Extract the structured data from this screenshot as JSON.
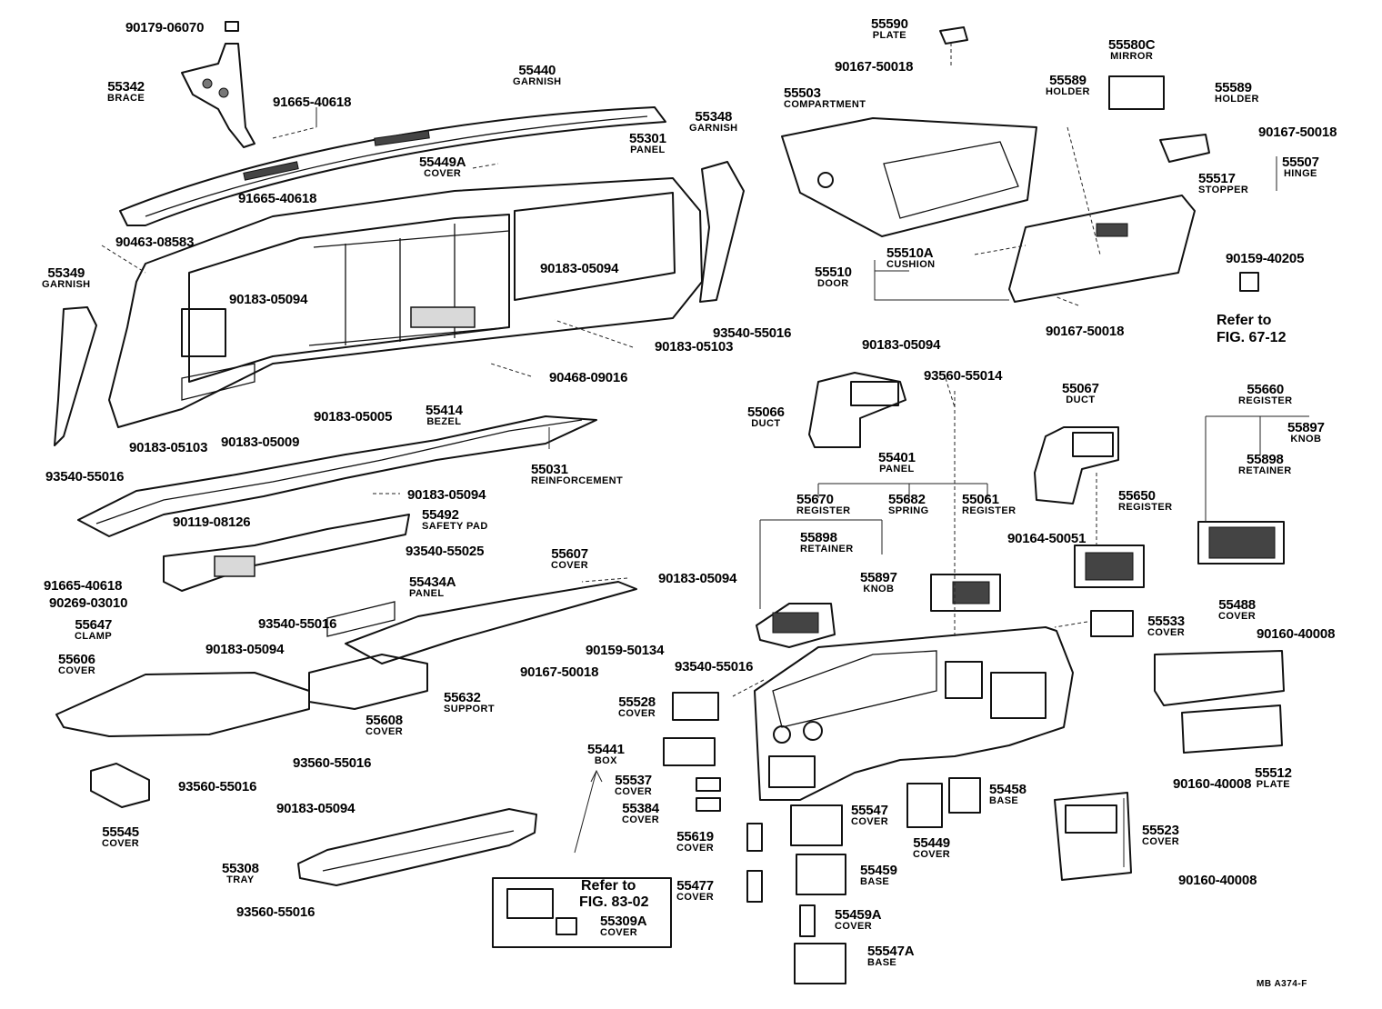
{
  "figure": {
    "code": "MB  A374-F",
    "references": [
      {
        "line1": "Refer to",
        "line2": "FIG. 67-12"
      },
      {
        "line1": "Refer to",
        "line2": "FIG. 83-02"
      }
    ]
  },
  "labels": [
    {
      "pn": "90179-06070",
      "name": ""
    },
    {
      "pn": "55342",
      "name": "BRACE"
    },
    {
      "pn": "91665-40618",
      "name": ""
    },
    {
      "pn": "55440",
      "name": "GARNISH"
    },
    {
      "pn": "55449A",
      "name": "COVER"
    },
    {
      "pn": "91665-40618",
      "name": ""
    },
    {
      "pn": "55301",
      "name": "PANEL"
    },
    {
      "pn": "55348",
      "name": "GARNISH"
    },
    {
      "pn": "90463-08583",
      "name": ""
    },
    {
      "pn": "55349",
      "name": "GARNISH"
    },
    {
      "pn": "90183-05094",
      "name": ""
    },
    {
      "pn": "90183-05094",
      "name": ""
    },
    {
      "pn": "93540-55016",
      "name": ""
    },
    {
      "pn": "90183-05103",
      "name": ""
    },
    {
      "pn": "90468-09016",
      "name": ""
    },
    {
      "pn": "90183-05005",
      "name": ""
    },
    {
      "pn": "55414",
      "name": "BEZEL"
    },
    {
      "pn": "90183-05103",
      "name": ""
    },
    {
      "pn": "90183-05009",
      "name": ""
    },
    {
      "pn": "93540-55016",
      "name": ""
    },
    {
      "pn": "55031",
      "name": "REINFORCEMENT"
    },
    {
      "pn": "90183-05094",
      "name": ""
    },
    {
      "pn": "90119-08126",
      "name": ""
    },
    {
      "pn": "55492",
      "name": "SAFETY PAD"
    },
    {
      "pn": "93540-55025",
      "name": ""
    },
    {
      "pn": "91665-40618",
      "name": ""
    },
    {
      "pn": "90269-03010",
      "name": ""
    },
    {
      "pn": "55434A",
      "name": "PANEL"
    },
    {
      "pn": "55607",
      "name": "COVER"
    },
    {
      "pn": "90183-05094",
      "name": ""
    },
    {
      "pn": "55647",
      "name": "CLAMP"
    },
    {
      "pn": "93540-55016",
      "name": ""
    },
    {
      "pn": "90183-05094",
      "name": ""
    },
    {
      "pn": "90159-50134",
      "name": ""
    },
    {
      "pn": "55606",
      "name": "COVER"
    },
    {
      "pn": "90167-50018",
      "name": ""
    },
    {
      "pn": "55632",
      "name": "SUPPORT"
    },
    {
      "pn": "55608",
      "name": "COVER"
    },
    {
      "pn": "93560-55016",
      "name": ""
    },
    {
      "pn": "93560-55016",
      "name": ""
    },
    {
      "pn": "55545",
      "name": "COVER"
    },
    {
      "pn": "90183-05094",
      "name": ""
    },
    {
      "pn": "55308",
      "name": "TRAY"
    },
    {
      "pn": "93560-55016",
      "name": ""
    },
    {
      "pn": "55590",
      "name": "PLATE"
    },
    {
      "pn": "90167-50018",
      "name": ""
    },
    {
      "pn": "55580C",
      "name": "MIRROR"
    },
    {
      "pn": "55503",
      "name": "COMPARTMENT"
    },
    {
      "pn": "55589",
      "name": "HOLDER"
    },
    {
      "pn": "55589",
      "name": "HOLDER"
    },
    {
      "pn": "90167-50018",
      "name": ""
    },
    {
      "pn": "55507",
      "name": "HINGE"
    },
    {
      "pn": "55517",
      "name": "STOPPER"
    },
    {
      "pn": "55510A",
      "name": "CUSHION"
    },
    {
      "pn": "55510",
      "name": "DOOR"
    },
    {
      "pn": "90159-40205",
      "name": ""
    },
    {
      "pn": "90167-50018",
      "name": ""
    },
    {
      "pn": "93540-55016",
      "name": ""
    },
    {
      "pn": "90183-05094",
      "name": ""
    },
    {
      "pn": "93560-55014",
      "name": ""
    },
    {
      "pn": "55066",
      "name": "DUCT"
    },
    {
      "pn": "55067",
      "name": "DUCT"
    },
    {
      "pn": "55660",
      "name": "REGISTER"
    },
    {
      "pn": "55897",
      "name": "KNOB"
    },
    {
      "pn": "55401",
      "name": "PANEL"
    },
    {
      "pn": "55898",
      "name": "RETAINER"
    },
    {
      "pn": "55670",
      "name": "REGISTER"
    },
    {
      "pn": "55682",
      "name": "SPRING"
    },
    {
      "pn": "55061",
      "name": "REGISTER"
    },
    {
      "pn": "55650",
      "name": "REGISTER"
    },
    {
      "pn": "55898",
      "name": "RETAINER"
    },
    {
      "pn": "90164-50051",
      "name": ""
    },
    {
      "pn": "55897",
      "name": "KNOB"
    },
    {
      "pn": "55533",
      "name": "COVER"
    },
    {
      "pn": "55488",
      "name": "COVER"
    },
    {
      "pn": "90160-40008",
      "name": ""
    },
    {
      "pn": "93540-55016",
      "name": ""
    },
    {
      "pn": "55528",
      "name": "COVER"
    },
    {
      "pn": "55441",
      "name": "BOX"
    },
    {
      "pn": "55537",
      "name": "COVER"
    },
    {
      "pn": "55384",
      "name": "COVER"
    },
    {
      "pn": "55547",
      "name": "COVER"
    },
    {
      "pn": "55458",
      "name": "BASE"
    },
    {
      "pn": "55449",
      "name": "COVER"
    },
    {
      "pn": "90160-40008",
      "name": ""
    },
    {
      "pn": "55512",
      "name": "PLATE"
    },
    {
      "pn": "55523",
      "name": "COVER"
    },
    {
      "pn": "90160-40008",
      "name": ""
    },
    {
      "pn": "55619",
      "name": "COVER"
    },
    {
      "pn": "55459",
      "name": "BASE"
    },
    {
      "pn": "55477",
      "name": "COVER"
    },
    {
      "pn": "55459A",
      "name": "COVER"
    },
    {
      "pn": "55547A",
      "name": "BASE"
    },
    {
      "pn": "55309A",
      "name": "COVER"
    }
  ]
}
